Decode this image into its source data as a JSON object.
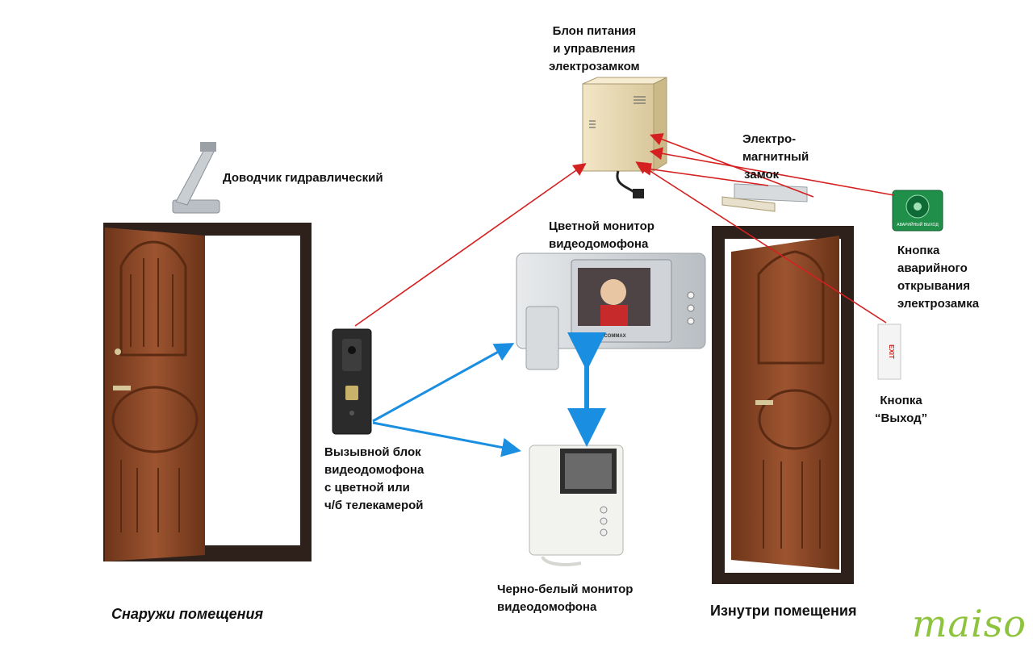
{
  "labels": {
    "power_supply": [
      "Блон питания",
      "и управления",
      "электрозамком"
    ],
    "closer": "Доводчик гидравлический",
    "maglock": [
      "Электро-",
      "магнитный",
      "замок"
    ],
    "emergency_button": [
      "Кнопка",
      "аварийного",
      "открывания",
      "электрозамка"
    ],
    "color_monitor": [
      "Цветной монитор",
      "видеодомофона"
    ],
    "call_panel": [
      "Вызывной блок",
      "видеодомофона",
      "с цветной или",
      "ч/б телекамерой"
    ],
    "exit_button": [
      "Кнопка",
      "“Выход”"
    ],
    "bw_monitor": [
      "Черно-белый монитор",
      "видеодомофона"
    ],
    "outside": "Снаружи помещения",
    "inside": "Изнутри помещения"
  },
  "device_text": {
    "exit_plate": "EXIT",
    "emergency_plate": "АВАРИЙНЫЙ ВЫХОД",
    "monitor_brand": "COMMAX"
  },
  "watermark": "maiso",
  "colors": {
    "power_wire": "#d42020",
    "video_link": "#1a8ee0",
    "door_leaf": "#8a4a26",
    "door_frame": "#3a2a22"
  }
}
